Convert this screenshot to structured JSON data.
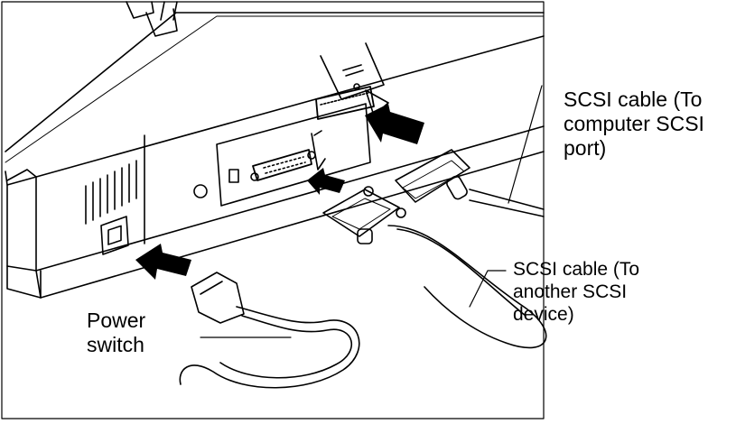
{
  "labels": {
    "scsi_cable_computer": [
      "SCSI cable (To",
      "computer SCSI",
      "port)"
    ],
    "scsi_cable_device": [
      "SCSI cable (To",
      "another SCSI",
      "device)"
    ],
    "power_switch": [
      "Power",
      "switch"
    ]
  },
  "colors": {
    "ink": "#000000",
    "paper": "#ffffff"
  }
}
